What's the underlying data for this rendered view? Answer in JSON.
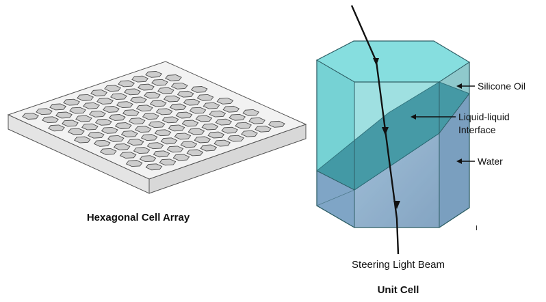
{
  "array_caption": "Hexagonal Cell Array",
  "unit_cell_caption": "Unit Cell",
  "labels": {
    "silicone_oil": "Silicone Oil",
    "interface_line1": "Liquid-liquid",
    "interface_line2": "Interface",
    "water": "Water",
    "beam": "Steering Light Beam",
    "stray_mark": "I"
  },
  "colors": {
    "oil": "#7fd6d8",
    "interface": "#3f95a2",
    "water": "#7fa5c6",
    "plate": "#f2f2f2",
    "hole": "#cdcdcd"
  },
  "array": {
    "rows": 10,
    "cols": 10
  }
}
